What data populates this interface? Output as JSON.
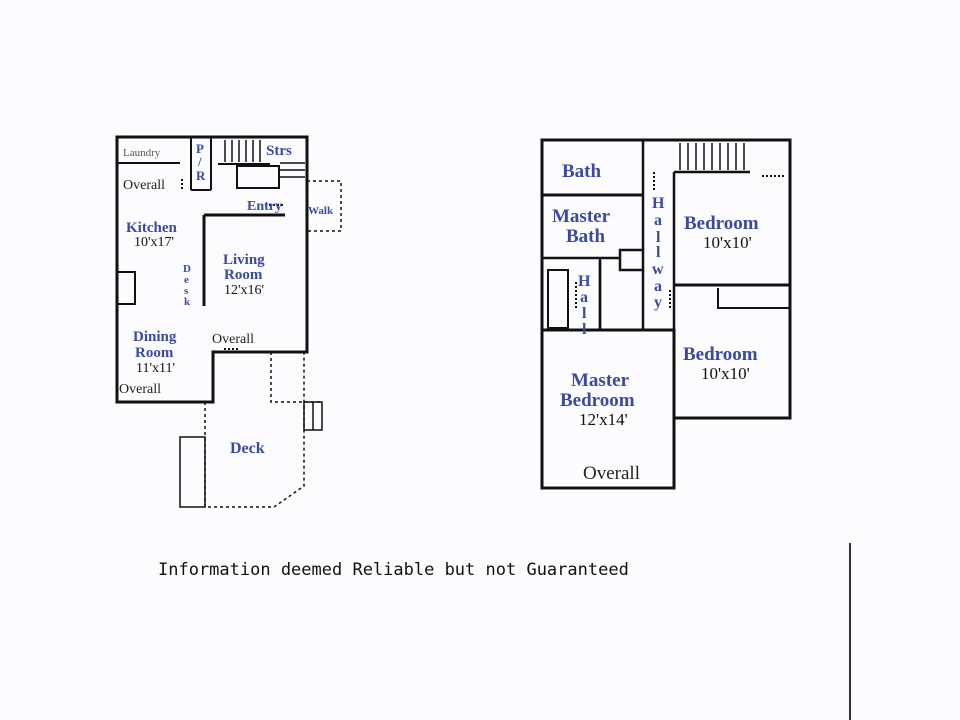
{
  "first_floor": {
    "laundry": "Laundry",
    "pr": [
      "P",
      "/",
      "R"
    ],
    "stairs": "Strs",
    "overall_laundry": "Overall",
    "entry": "Entry",
    "walk": "Walk",
    "kitchen": "Kitchen",
    "kitchen_dim": "10'x17'",
    "desk": [
      "D",
      "e",
      "s",
      "k"
    ],
    "living": [
      "Living",
      "Room"
    ],
    "living_dim": "12'x16'",
    "dining": [
      "Dining",
      "Room"
    ],
    "dining_dim": "11'x11'",
    "overall_living": "Overall",
    "overall_dining": "Overall",
    "deck": "Deck"
  },
  "second_floor": {
    "bath": "Bath",
    "master_bath": [
      "Master",
      "Bath"
    ],
    "hallway": [
      "H",
      "a",
      "l",
      "l",
      "w",
      "a",
      "y"
    ],
    "hall": [
      "H",
      "a",
      "l",
      "l"
    ],
    "bedroom1": "Bedroom",
    "bedroom1_dim": "10'x10'",
    "bedroom2": "Bedroom",
    "bedroom2_dim": "10'x10'",
    "master_bedroom": [
      "Master",
      "Bedroom"
    ],
    "master_bedroom_dim": "12'x14'",
    "overall": "Overall"
  },
  "disclaimer": "Information deemed Reliable but not Guaranteed",
  "colors": {
    "room_label": "#3a4aa0",
    "wall": "#111111",
    "background": "#fcfbfd"
  }
}
